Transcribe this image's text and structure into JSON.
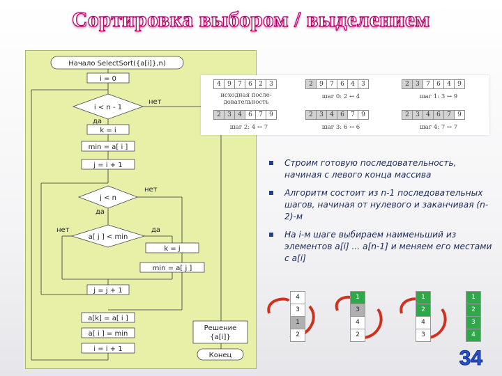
{
  "slide": {
    "title": "Сортировка выбором / выделением",
    "page_number": "34"
  },
  "flowchart": {
    "start": "Начало SelectSort({a[i]},n)",
    "i_init": "i = 0",
    "cond_outer": "i < n - 1",
    "no_outer": "нет",
    "yes_outer": "да",
    "k_assign": "k = i",
    "min_assign": "min = a[ i ]",
    "j_init": "j = i + 1",
    "cond_inner": "j < n",
    "no_inner": "нет",
    "yes_inner": "да",
    "cond_min": "a[ j ] < min",
    "no_min": "нет",
    "yes_min": "да",
    "k_j": "k = j",
    "min_aj": "min = a[ j ]",
    "j_inc": "j = j + 1",
    "swap1": "a[k] = a[ i ]",
    "swap2": "a[ i ] = min",
    "i_inc": "i = i + 1",
    "result_line1": "Решение",
    "result_line2": "{a[i]}",
    "end": "Конец"
  },
  "steps": {
    "s0": {
      "cells": [
        "4",
        "9",
        "7",
        "6",
        "2",
        "3"
      ],
      "caption1": "исходная после-",
      "caption2": "довательность"
    },
    "s1": {
      "cells": [
        "2",
        "9",
        "7",
        "6",
        "4",
        "3"
      ],
      "caption": "шаг 0: 2 ↔ 4"
    },
    "s2": {
      "cells": [
        "2",
        "3",
        "7",
        "6",
        "4",
        "9"
      ],
      "caption": "шаг 1: 3 ↔ 9"
    },
    "s3": {
      "cells": [
        "2",
        "3",
        "4",
        "6",
        "7",
        "9"
      ],
      "caption": "шаг 2: 4 ↔ 7"
    },
    "s4": {
      "cells": [
        "2",
        "3",
        "4",
        "6",
        "7",
        "9"
      ],
      "caption": "шаг 3: 6 ↔ 6"
    },
    "s5": {
      "cells": [
        "2",
        "3",
        "4",
        "6",
        "7",
        "9"
      ],
      "caption": "шаг 4: 7 ↔ 7"
    }
  },
  "bullets": [
    "Строим готовую последовательность, начиная с левого конца массива",
    "Алгоритм состоит из n-1 последовательных шагов, начиная от нулевого и заканчивая (n-2)-м",
    "На i-м шаге выбираем наименьший из элементов a[i] ... a[n-1] и меняем его местами с a[i]"
  ],
  "stacks": [
    [
      "4",
      "3",
      "1",
      "2"
    ],
    [
      "1",
      "3",
      "4",
      "2"
    ],
    [
      "1",
      "2",
      "4",
      "3"
    ],
    [
      "1",
      "2",
      "3",
      "4"
    ]
  ],
  "colors": {
    "accent_title": "#b3006a",
    "panel": "#e8f0a8",
    "sorted": "#2fa84a",
    "page_number": "#2a4fd0"
  }
}
